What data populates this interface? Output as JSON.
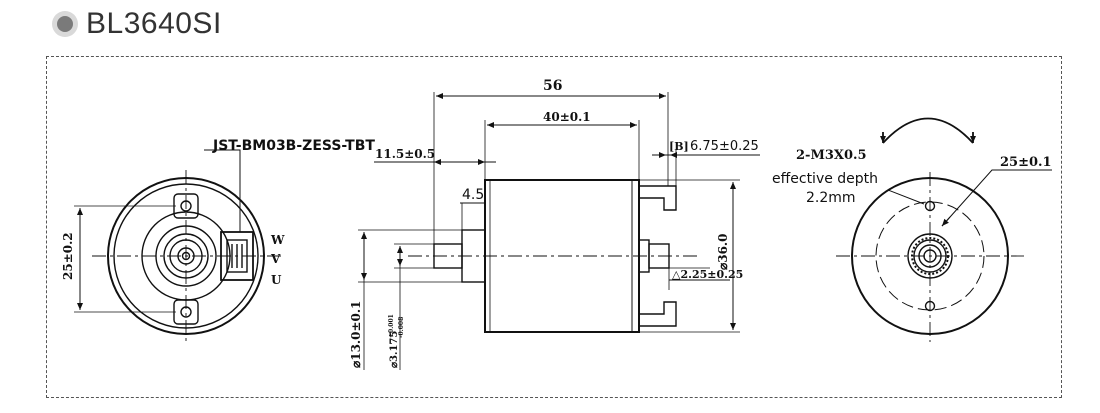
{
  "header": {
    "title": "BL3640SI"
  },
  "left_view": {
    "connector_label": "JST-BM03B-ZESS-TBT",
    "dim_height": "25±0.2",
    "phase_w": "W",
    "phase_v": "V",
    "phase_u": "U"
  },
  "side_view": {
    "dim_total_length": "56",
    "dim_body_length": "40±0.1",
    "dim_shaft_length": "11.5±0.5",
    "dim_boss_length": "4.5",
    "dim_tab_marker": "[B]",
    "dim_tab": "6.75±0.25",
    "dim_body_diameter": "⌀36.0",
    "dim_offset": "△2.25±0.25",
    "dim_boss_diameter": "⌀13.0±0.1",
    "dim_shaft_diameter": "⌀3.175",
    "dim_shaft_tol_upper": "+0.001",
    "dim_shaft_tol_lower": "-0.008"
  },
  "right_view": {
    "thread_label": "2-M3X0.5",
    "depth_label_1": "effective depth",
    "depth_label_2": "2.2mm",
    "dim_hole_spacing": "25±0.1"
  },
  "colors": {
    "line": "#111111",
    "frame": "#555555",
    "title": "#333333"
  }
}
